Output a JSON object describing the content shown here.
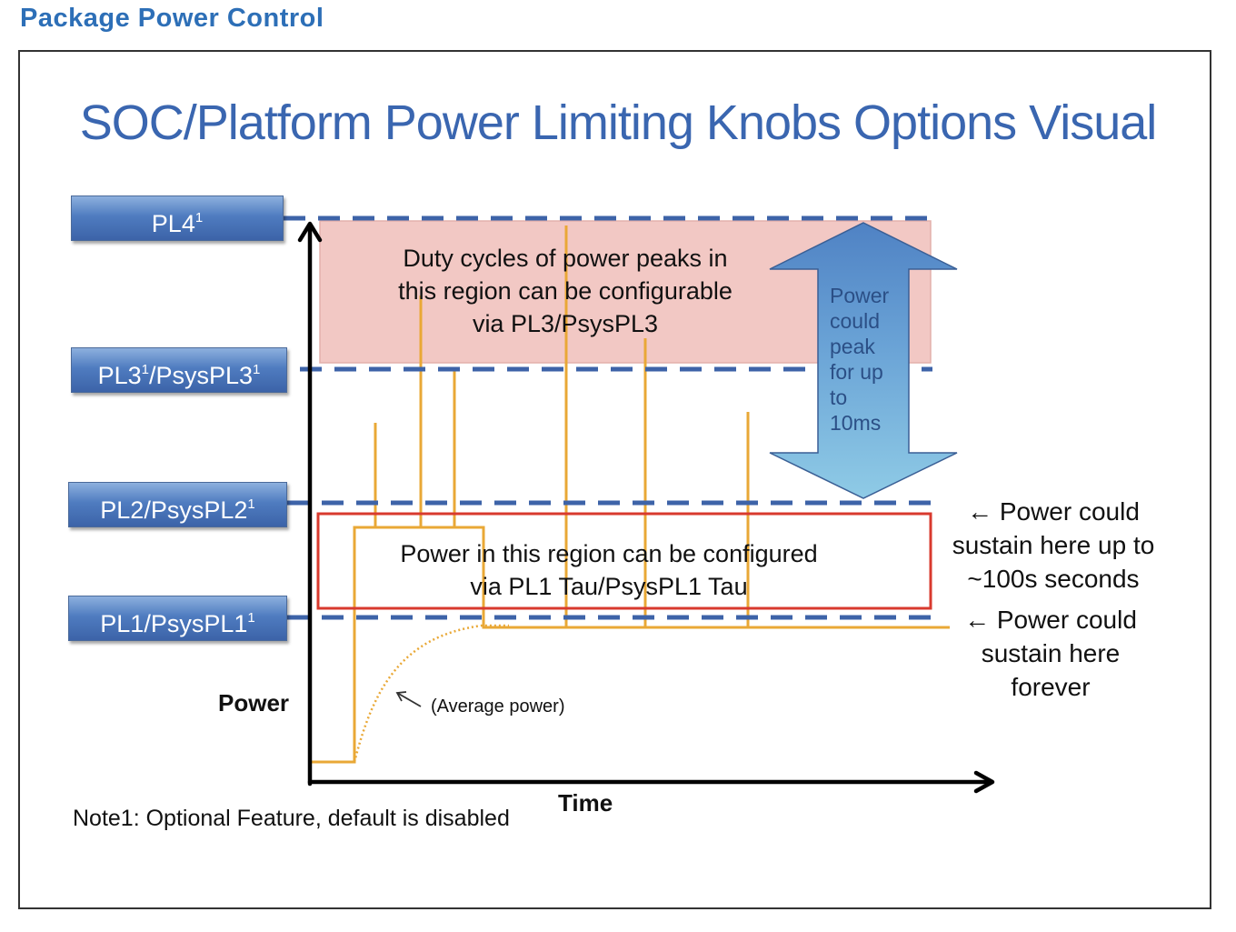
{
  "page_heading": "Package Power Control",
  "slide_title": "SOC/Platform Power Limiting Knobs Options Visual",
  "power_levels": {
    "pl4": {
      "main": "PL4",
      "sup": "1"
    },
    "pl3": {
      "a": "PL3",
      "a_sup": "1",
      "b": "/PsysPL3",
      "b_sup": "1"
    },
    "pl2": {
      "main": "PL2/PsysPL2",
      "sup": "1"
    },
    "pl1": {
      "main": "PL1/PsysPL1",
      "sup": "1"
    }
  },
  "upper_region": {
    "line1": "Duty cycles of power peaks in",
    "line2": "this region can be configurable",
    "line3": "via PL3/PsysPL3"
  },
  "lower_region": {
    "line1": "Power in this region can be configured",
    "line2": "via PL1 Tau/PsysPL1 Tau"
  },
  "peak_arrow": {
    "line1": "Power",
    "line2": "could",
    "line3": "peak",
    "line4": "for up",
    "line5": "to",
    "line6": "10ms"
  },
  "side_notes": {
    "pl2_line1": "← Power could",
    "pl2_line2": "sustain here up to",
    "pl2_line3": "~100s seconds",
    "pl1_line1": "← Power could",
    "pl1_line2": "sustain here",
    "pl1_line3": "forever"
  },
  "y_axis_label": "Power",
  "x_axis_label": "Time",
  "average_power_label": "(Average power)",
  "footnote": "Note1: Optional Feature, default is disabled",
  "colors": {
    "title_blue": "#3a66b0",
    "heading_blue": "#2d6fb7",
    "dash_blue": "#3d63a8",
    "upper_region_fill": "#f2c8c4",
    "lower_region_border": "#d83a2e",
    "power_trace": "#e9a836",
    "peak_arrow_top": "#4f82c4",
    "peak_arrow_bottom": "#8fcbe6"
  }
}
